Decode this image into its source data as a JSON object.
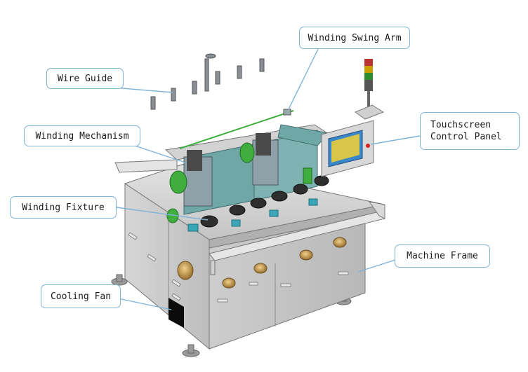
{
  "labels": {
    "winding_swing_arm": "Winding Swing Arm",
    "wire_guide": "Wire Guide",
    "winding_mechanism": "Winding Mechanism",
    "touchscreen_control_panel": "Touchscreen\nControl Panel",
    "winding_fixture": "Winding Fixture",
    "machine_frame": "Machine Frame",
    "cooling_fan": "Cooling Fan"
  },
  "colors": {
    "frame": "#c9c9c9",
    "frame_dark": "#a9a9a9",
    "mechanism_teal": "#6fa6a6",
    "motor_green": "#3fae3f",
    "panel_blue": "#3a87c7",
    "screen_yellow": "#d8c64a",
    "fan_brass": "#c9a25a",
    "callout_border": "#7fb4d9"
  }
}
